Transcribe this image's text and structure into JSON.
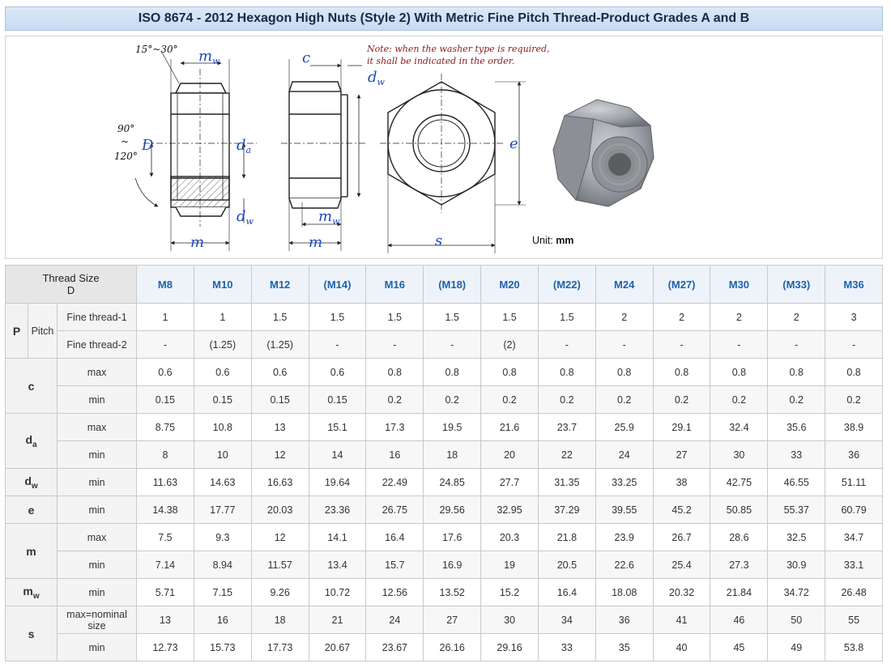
{
  "title": "ISO 8674 - 2012 Hexagon High Nuts (Style 2) With Metric Fine Pitch Thread-Product Grades A and B",
  "figure": {
    "note_lines": [
      "Note: when the washer type is required,",
      "it shall be indicated in the order."
    ],
    "unit_label": "Unit:",
    "unit_value": "mm",
    "labels": {
      "chamfer": "15°~30°",
      "angle_top": "90°",
      "angle_tilde": "~",
      "angle_bottom": "120°",
      "D": "D",
      "da": "d",
      "da_sub": "a",
      "dw": "d",
      "dw_sub": "w",
      "mw": "m",
      "mw_sub": "w",
      "m": "m",
      "c": "c",
      "e": "e",
      "s": "s"
    }
  },
  "table": {
    "corner": {
      "line1": "Thread Size",
      "line2": "D"
    },
    "sizes": [
      "M8",
      "M10",
      "M12",
      "(M14)",
      "M16",
      "(M18)",
      "M20",
      "(M22)",
      "M24",
      "(M27)",
      "M30",
      "(M33)",
      "M36"
    ],
    "groups": [
      {
        "symbol": "P",
        "sub": "",
        "mid": "Pitch",
        "rows": [
          {
            "label": "Fine thread-1",
            "values": [
              "1",
              "1",
              "1.5",
              "1.5",
              "1.5",
              "1.5",
              "1.5",
              "1.5",
              "2",
              "2",
              "2",
              "2",
              "3"
            ]
          },
          {
            "label": "Fine thread-2",
            "values": [
              "-",
              "(1.25)",
              "(1.25)",
              "-",
              "-",
              "-",
              "(2)",
              "-",
              "-",
              "-",
              "-",
              "-",
              "-"
            ]
          }
        ]
      },
      {
        "symbol": "c",
        "sub": "",
        "rows": [
          {
            "label": "max",
            "values": [
              "0.6",
              "0.6",
              "0.6",
              "0.6",
              "0.8",
              "0.8",
              "0.8",
              "0.8",
              "0.8",
              "0.8",
              "0.8",
              "0.8",
              "0.8"
            ]
          },
          {
            "label": "min",
            "values": [
              "0.15",
              "0.15",
              "0.15",
              "0.15",
              "0.2",
              "0.2",
              "0.2",
              "0.2",
              "0.2",
              "0.2",
              "0.2",
              "0.2",
              "0.2"
            ]
          }
        ]
      },
      {
        "symbol": "d",
        "sub": "a",
        "rows": [
          {
            "label": "max",
            "values": [
              "8.75",
              "10.8",
              "13",
              "15.1",
              "17.3",
              "19.5",
              "21.6",
              "23.7",
              "25.9",
              "29.1",
              "32.4",
              "35.6",
              "38.9"
            ]
          },
          {
            "label": "min",
            "values": [
              "8",
              "10",
              "12",
              "14",
              "16",
              "18",
              "20",
              "22",
              "24",
              "27",
              "30",
              "33",
              "36"
            ]
          }
        ]
      },
      {
        "symbol": "d",
        "sub": "w",
        "rows": [
          {
            "label": "min",
            "values": [
              "11.63",
              "14.63",
              "16.63",
              "19.64",
              "22.49",
              "24.85",
              "27.7",
              "31.35",
              "33.25",
              "38",
              "42.75",
              "46.55",
              "51.11"
            ]
          }
        ]
      },
      {
        "symbol": "e",
        "sub": "",
        "rows": [
          {
            "label": "min",
            "values": [
              "14.38",
              "17.77",
              "20.03",
              "23.36",
              "26.75",
              "29.56",
              "32.95",
              "37.29",
              "39.55",
              "45.2",
              "50.85",
              "55.37",
              "60.79"
            ]
          }
        ]
      },
      {
        "symbol": "m",
        "sub": "",
        "rows": [
          {
            "label": "max",
            "values": [
              "7.5",
              "9.3",
              "12",
              "14.1",
              "16.4",
              "17.6",
              "20.3",
              "21.8",
              "23.9",
              "26.7",
              "28.6",
              "32.5",
              "34.7"
            ]
          },
          {
            "label": "min",
            "values": [
              "7.14",
              "8.94",
              "11.57",
              "13.4",
              "15.7",
              "16.9",
              "19",
              "20.5",
              "22.6",
              "25.4",
              "27.3",
              "30.9",
              "33.1"
            ]
          }
        ]
      },
      {
        "symbol": "m",
        "sub": "w",
        "rows": [
          {
            "label": "min",
            "values": [
              "5.71",
              "7.15",
              "9.26",
              "10.72",
              "12.56",
              "13.52",
              "15.2",
              "16.4",
              "18.08",
              "20.32",
              "21.84",
              "34.72",
              "26.48"
            ]
          }
        ]
      },
      {
        "symbol": "s",
        "sub": "",
        "rows": [
          {
            "label": "max=nominal size",
            "values": [
              "13",
              "16",
              "18",
              "21",
              "24",
              "27",
              "30",
              "34",
              "36",
              "41",
              "46",
              "50",
              "55"
            ]
          },
          {
            "label": "min",
            "values": [
              "12.73",
              "15.73",
              "17.73",
              "20.67",
              "23.67",
              "26.16",
              "29.16",
              "33",
              "35",
              "40",
              "45",
              "49",
              "53.8"
            ]
          }
        ]
      }
    ]
  }
}
